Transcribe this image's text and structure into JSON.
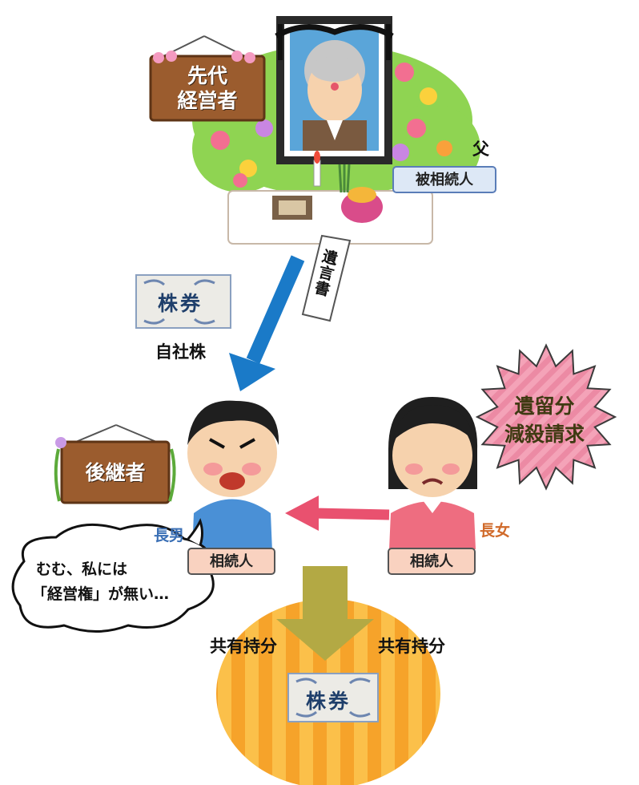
{
  "signs": {
    "predecessor": {
      "line1": "先代",
      "line2": "経営者"
    },
    "successor": {
      "label": "後継者"
    }
  },
  "father": {
    "relation": "父",
    "role": "被相続人"
  },
  "will": {
    "label": "遺言書"
  },
  "stock": {
    "label": "株券",
    "caption": "自社株"
  },
  "son": {
    "relation": "長男",
    "role": "相続人"
  },
  "daughter": {
    "relation": "長女",
    "role": "相続人"
  },
  "burst": {
    "line1": "遺留分",
    "line2": "減殺請求"
  },
  "bubble": {
    "line1": "むむ、私には",
    "line2": "「経営権」が無い…"
  },
  "shared": {
    "left": "共有持分",
    "right": "共有持分",
    "stock_label": "株券"
  }
}
